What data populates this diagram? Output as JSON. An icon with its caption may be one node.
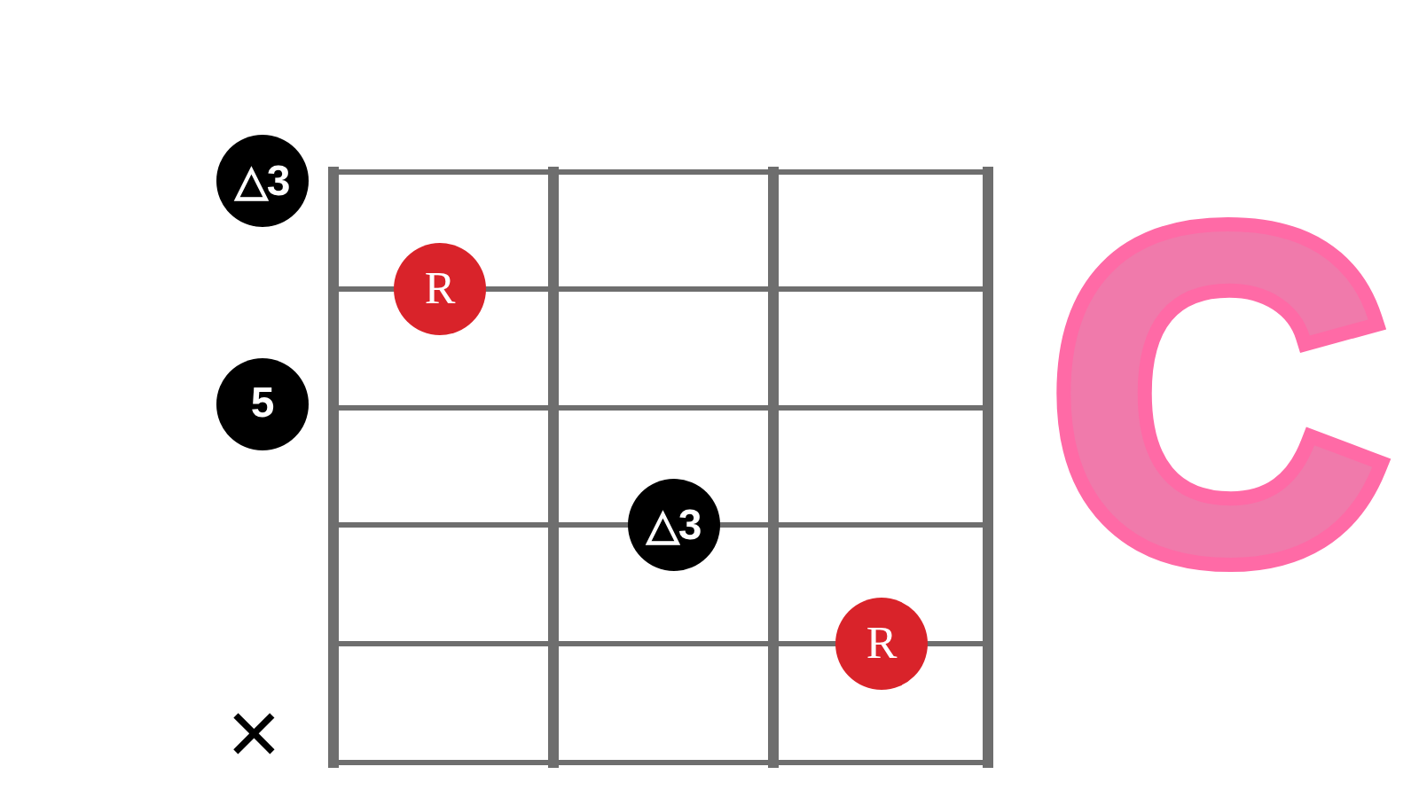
{
  "diagram": {
    "nodes": [
      {
        "text": [
          "△3"
        ]
      },
      {
        "text": [
          "R"
        ]
      },
      {
        "text": [
          "5"
        ]
      },
      {
        "text": [
          "△3"
        ]
      },
      {
        "text": [
          "R"
        ]
      }
    ],
    "labels": [
      "×",
      "C"
    ]
  }
}
